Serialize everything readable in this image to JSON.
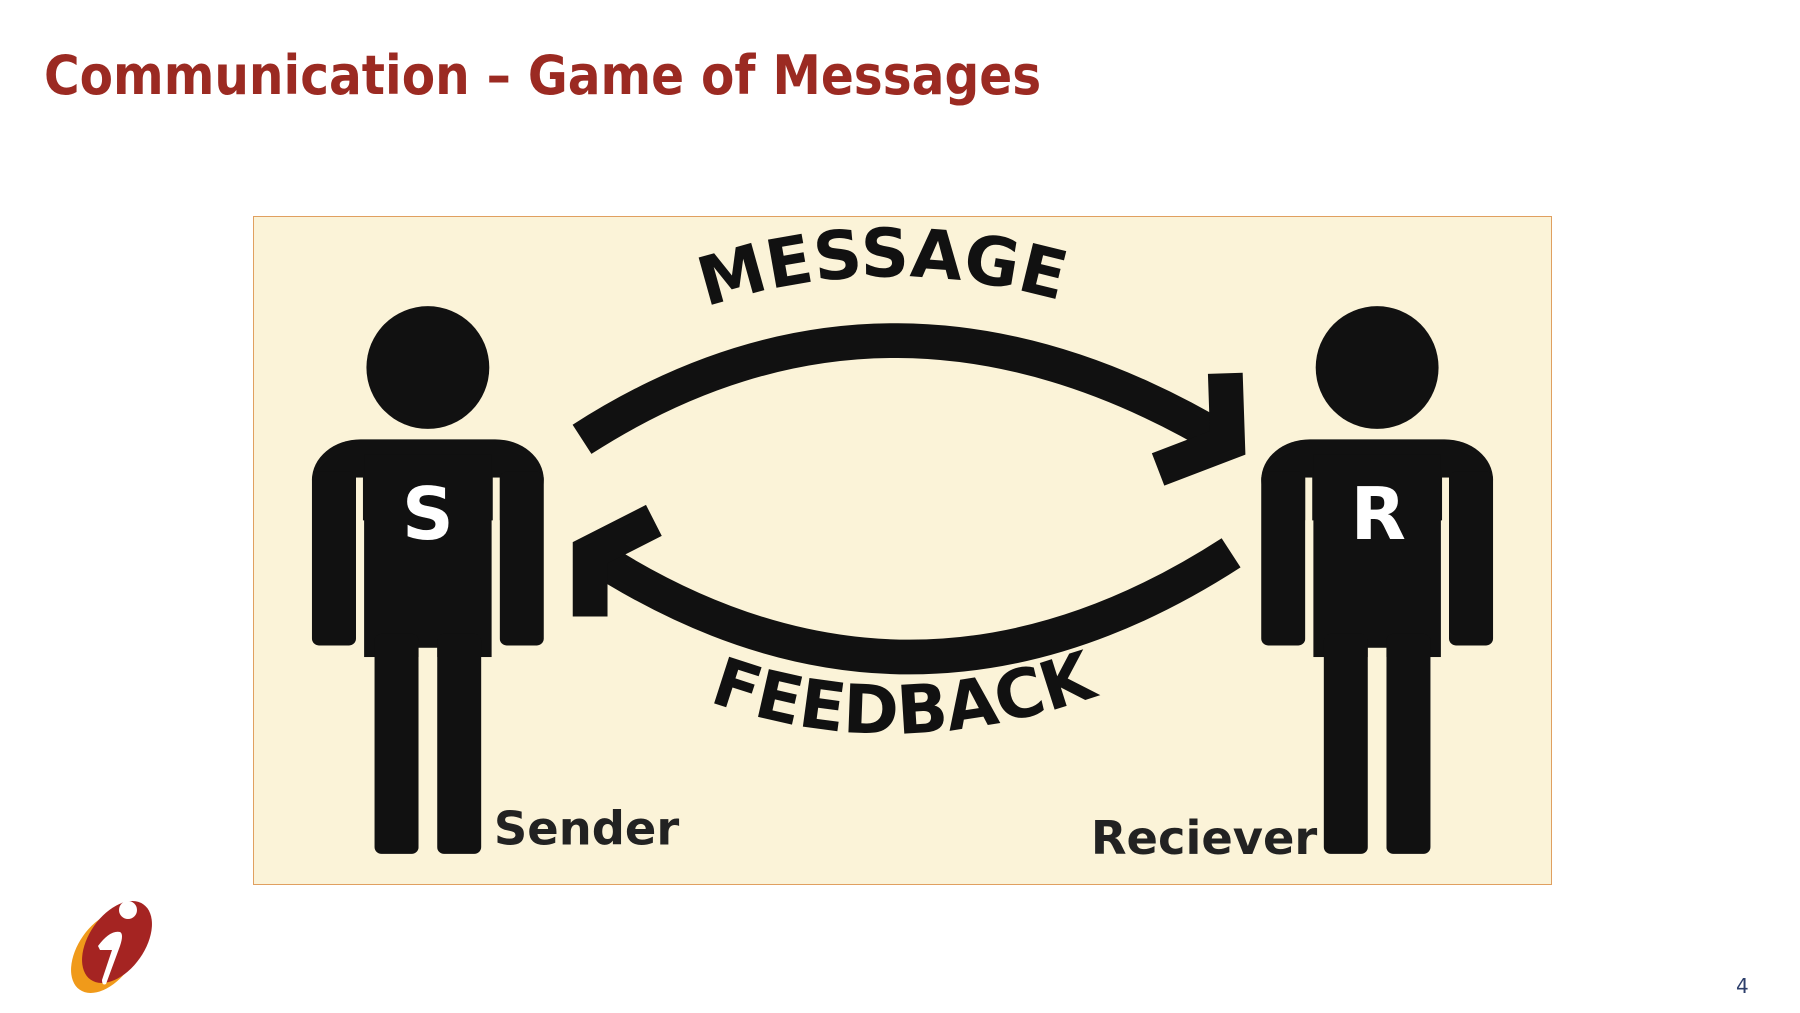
{
  "slide": {
    "title": "Communication – Game of Messages",
    "page_number": "4"
  },
  "diagram": {
    "message_label": "MESSAGE",
    "feedback_label": "FEEDBACK",
    "sender_letter": "S",
    "receiver_letter": "R",
    "sender_label": "Sender",
    "receiver_label": "Reciever"
  },
  "colors": {
    "title": "#9b2a22",
    "figure_bg": "#fbf3d8",
    "logo_red": "#a52422",
    "logo_orange": "#f09a1a"
  }
}
